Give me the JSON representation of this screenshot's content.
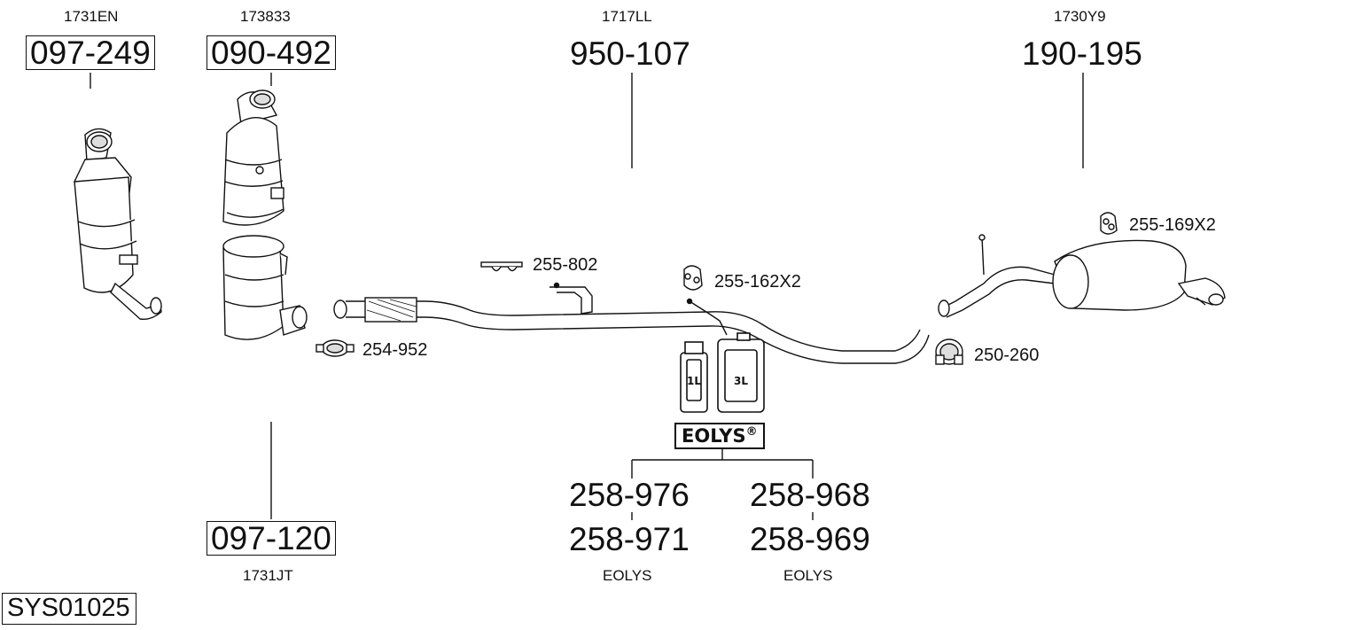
{
  "diagram": {
    "system_code": "SYS01025",
    "parts": [
      {
        "ref": "1731EN",
        "number": "097-249",
        "boxed": true
      },
      {
        "ref": "173833",
        "number": "090-492",
        "boxed": true
      },
      {
        "ref": "1731JT",
        "number": "097-120",
        "boxed": true
      },
      {
        "ref": "1717LL",
        "number": "950-107",
        "boxed": false
      },
      {
        "ref": "1730Y9",
        "number": "190-195",
        "boxed": false
      }
    ],
    "accessories": [
      {
        "number": "255-802"
      },
      {
        "number": "255-162X2"
      },
      {
        "number": "254-952"
      },
      {
        "number": "250-260"
      },
      {
        "number": "255-169X2"
      }
    ],
    "additive": {
      "brand": "EOLYS",
      "registered": "®",
      "bottle_small": "1L",
      "bottle_large": "3L",
      "left_numbers": [
        "258-976",
        "258-971"
      ],
      "right_numbers": [
        "258-968",
        "258-969"
      ],
      "left_caption": "EOLYS",
      "right_caption": "EOLYS"
    }
  }
}
